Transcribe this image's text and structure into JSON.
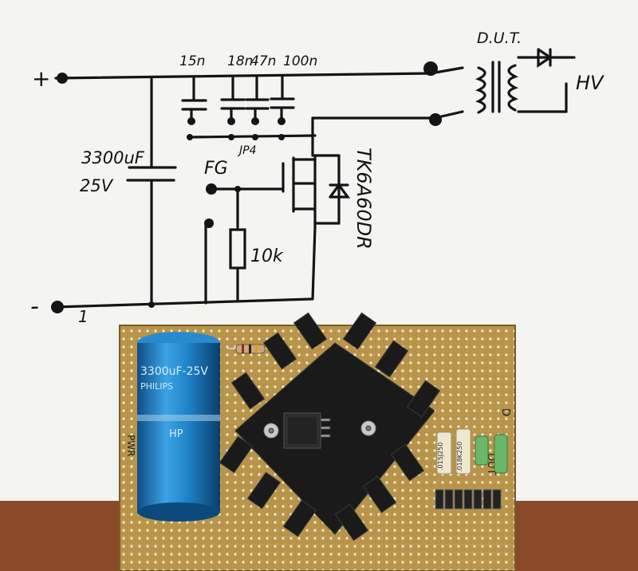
{
  "schematic": {
    "plus_label": "+",
    "minus_label": "-",
    "ground_label": "1",
    "cap_labels": [
      "15n",
      "18n",
      "47n",
      "100n"
    ],
    "electrolytic_value": "3300uF",
    "electrolytic_voltage": "25V",
    "jumper_label": "JP4",
    "fg_label": "FG",
    "resistor_label": "10k",
    "mosfet_label": "TK6A60DR",
    "dut_label": "D.U.T.",
    "hv_label": "HV"
  },
  "board": {
    "capacitor_print": "3300uF-25V",
    "capacitor_brand": "PHILIPS",
    "capacitor_logo": "HP",
    "small_cap_labels": [
      ".015J250",
      ".018K250"
    ],
    "dut_silk": "DUT",
    "pwr_silk": "PWR",
    "d_silk": "D"
  },
  "colors": {
    "paper": "#f4f4f2",
    "ink": "#141414",
    "pcb": "#b8944a",
    "capacitor": "#1e7fc4",
    "heatsink": "#1a1a1a",
    "table": "#8a4a2a"
  }
}
